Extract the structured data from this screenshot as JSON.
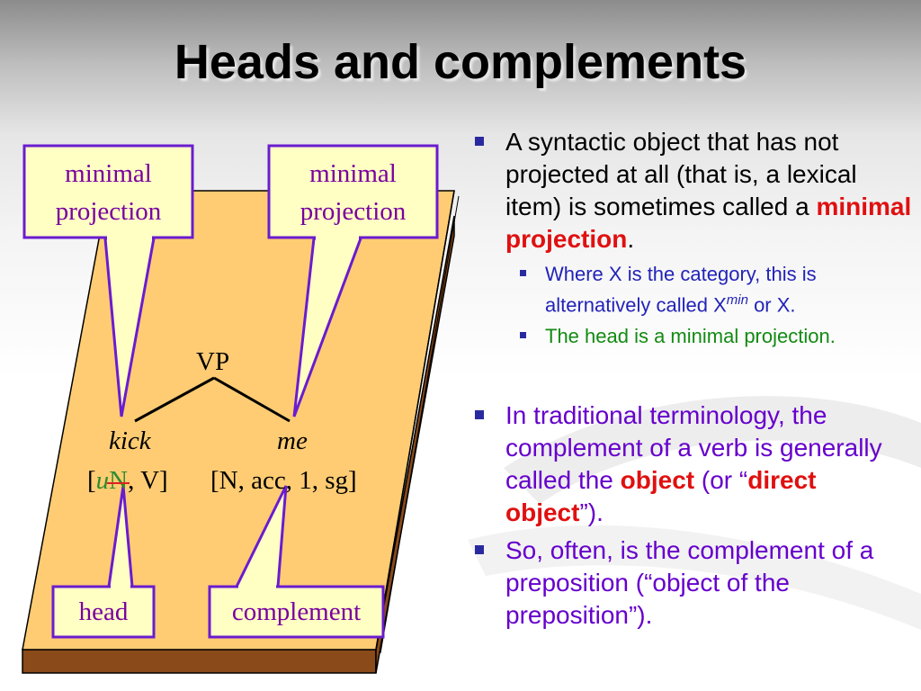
{
  "title": "Heads and complements",
  "colors": {
    "callout_border": "#6a1ccf",
    "callout_fill": "#ffffc4",
    "board_fill": "#ffcc73",
    "board_edge": "#8a4a1a",
    "bullet_square": "#2a2aa0",
    "emphasis_red": "#e01010",
    "sub_blue": "#2323b8",
    "sub_green": "#138a13",
    "bullet_purple": "#6600cc"
  },
  "diagram": {
    "callouts": {
      "top_left": {
        "line1": "minimal",
        "line2": "projection"
      },
      "top_right": {
        "line1": "minimal",
        "line2": "projection"
      },
      "bottom_left": "head",
      "bottom_right": "complement"
    },
    "tree": {
      "root": "VP",
      "left_word": "kick",
      "right_word": "me",
      "left_features": {
        "open": "[",
        "u": "u",
        "struck": "N",
        "rest": ", V]"
      },
      "right_features": "[N, acc, 1, sg]"
    }
  },
  "bullets": {
    "first": {
      "pre": "A syntactic object that has not projected at all (that is, a lexical item) is sometimes called a ",
      "emph": "minimal projection",
      "post": "."
    },
    "sub1": {
      "pre": "Where X is the category, this is alternatively called X",
      "sup": "min",
      "post": " or X."
    },
    "sub2": "The head is a minimal projection.",
    "second": {
      "pre": "In traditional terminology, the complement of a verb is generally called the ",
      "emph1": "object",
      "mid": " (or “",
      "emph2": "direct object",
      "post": "”)."
    },
    "third": "So, often, is the complement of a preposition (“object of the preposition”)."
  }
}
